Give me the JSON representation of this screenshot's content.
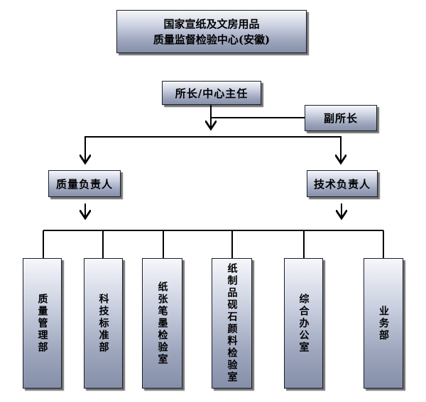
{
  "org": {
    "title_line1": "国家宣纸及文房用品",
    "title_line2": "质量监督检验中心(安徽)",
    "director": "所长/中心主任",
    "deputy": "副所长",
    "quality_head": "质量负责人",
    "tech_head": "技术负责人",
    "departments": [
      "质量管理部",
      "科技标准部",
      "纸张笔墨检验室",
      "纸制品砚石颜料检验室",
      "综合办公室",
      "业务部"
    ]
  }
}
